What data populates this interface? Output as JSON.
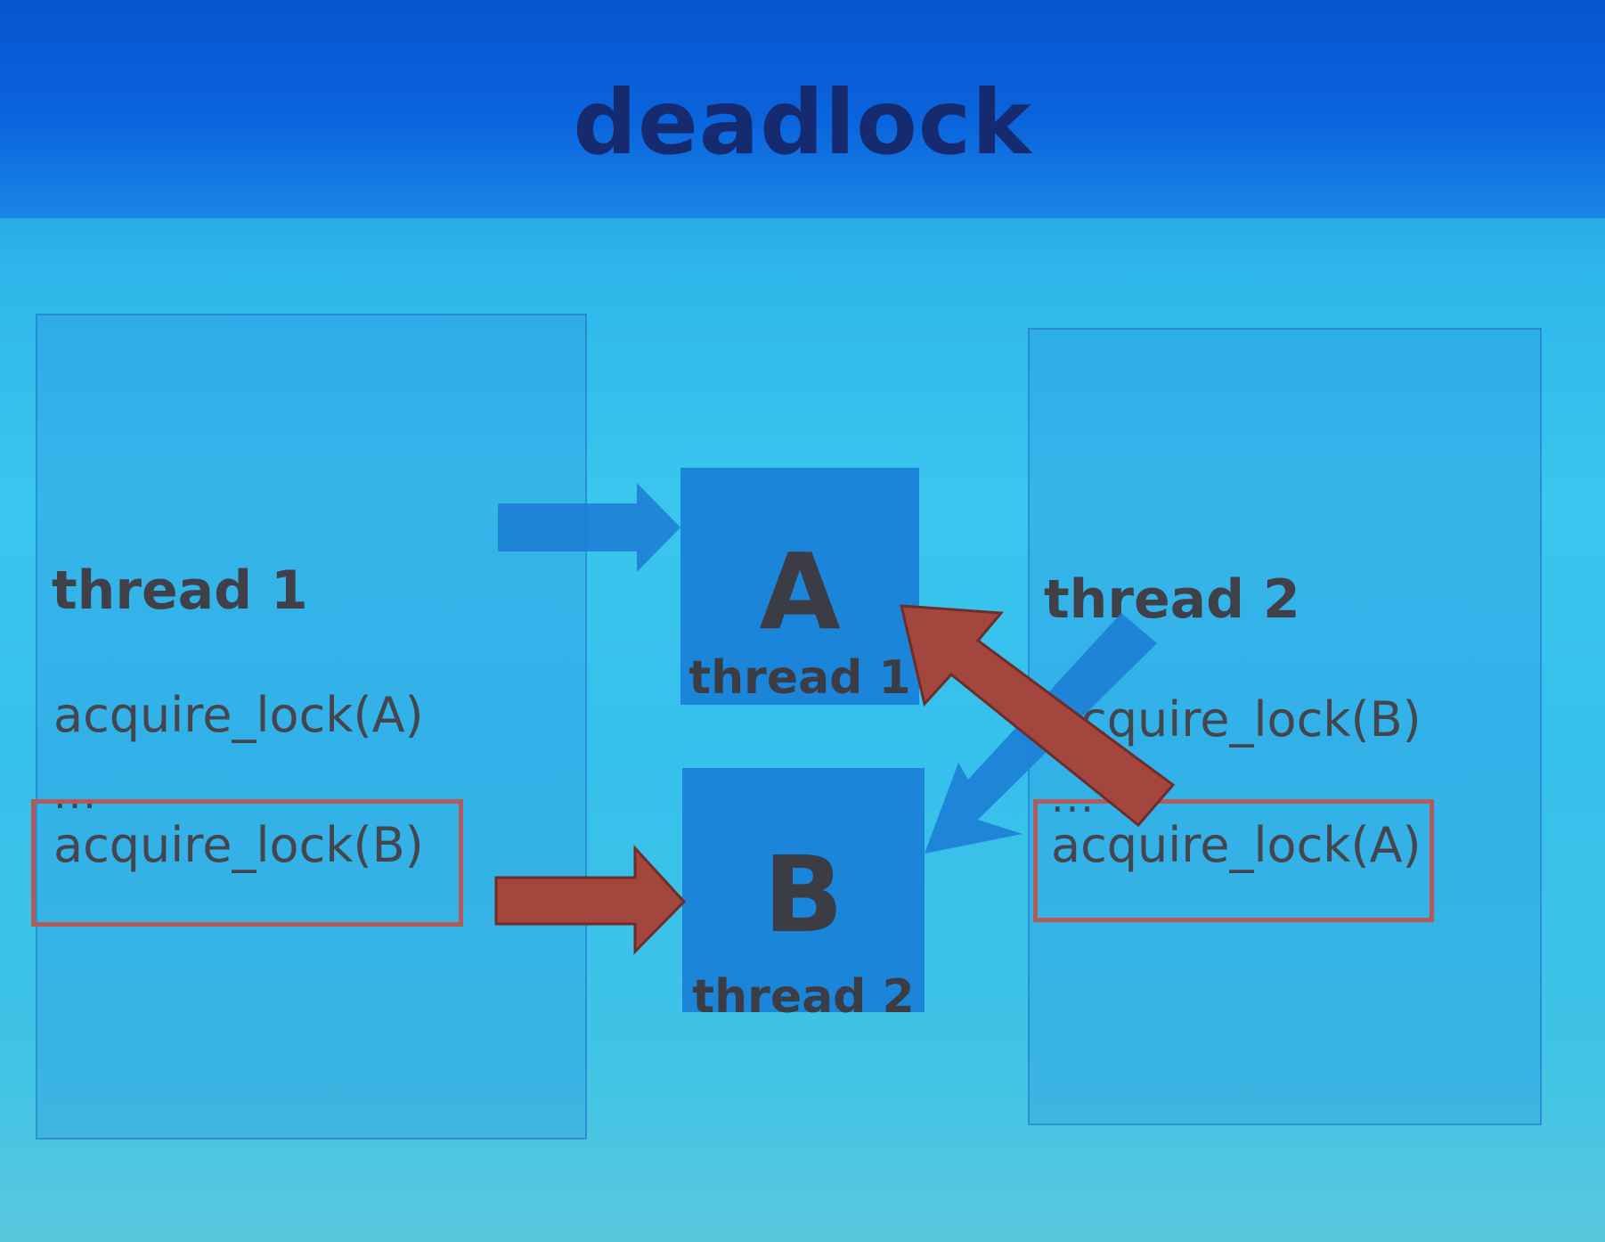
{
  "slide": {
    "title": "deadlock"
  },
  "threads": [
    {
      "title": "thread 1",
      "lines": [
        "acquire_lock(A)",
        "...",
        "acquire_lock(B)"
      ]
    },
    {
      "title": "thread 2",
      "lines": [
        "acquire_lock(B)",
        "...",
        "acquire_lock(A)"
      ]
    }
  ],
  "locks": [
    {
      "letter": "A",
      "owner": "thread 1"
    },
    {
      "letter": "B",
      "owner": "thread 2"
    }
  ],
  "colors": {
    "header": "#0a5fd9",
    "panel": "#2a8fde",
    "lock_box": "#1a85d9",
    "held_arrow": "#1d80d6",
    "waiting_arrow": "#a3463e",
    "highlight_border": "#b25a58",
    "text": "#404048"
  }
}
